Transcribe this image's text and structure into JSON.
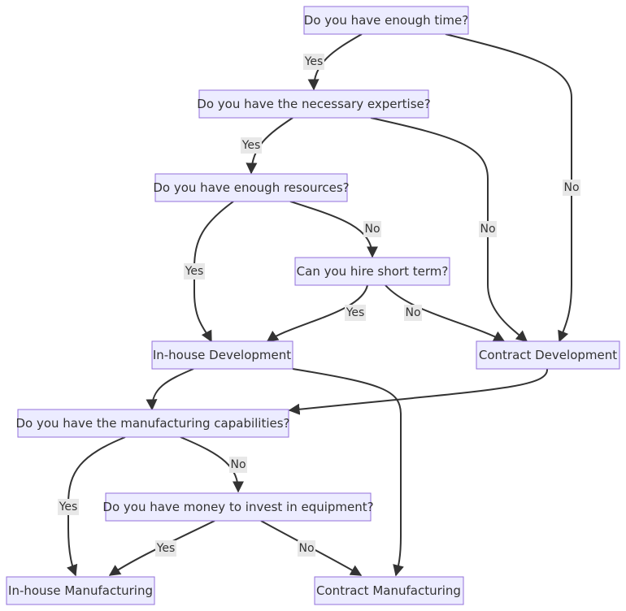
{
  "nodes": {
    "time": "Do you have enough time?",
    "expertise": "Do you have the necessary expertise?",
    "resources": "Do you have enough resources?",
    "hire": "Can you hire short term?",
    "inhouse_dev": "In-house Development",
    "contract_dev": "Contract Development",
    "manufacturing": "Do you have the manufacturing capabilities?",
    "money": "Do you have money to invest in equipment?",
    "inhouse_mfg": "In-house Manufacturing",
    "contract_mfg": "Contract Manufacturing"
  },
  "edges": {
    "time_expertise": "Yes",
    "time_contract_dev": "No",
    "expertise_resources": "Yes",
    "expertise_contract_dev": "No",
    "resources_inhouse_dev": "Yes",
    "resources_hire": "No",
    "hire_inhouse_dev": "Yes",
    "hire_contract_dev": "No",
    "inhouse_dev_manufacturing": "",
    "inhouse_dev_contract_mfg": "",
    "contract_dev_manufacturing": "",
    "manufacturing_inhouse_mfg": "Yes",
    "manufacturing_money": "No",
    "money_inhouse_mfg": "Yes",
    "money_contract_mfg": "No"
  }
}
